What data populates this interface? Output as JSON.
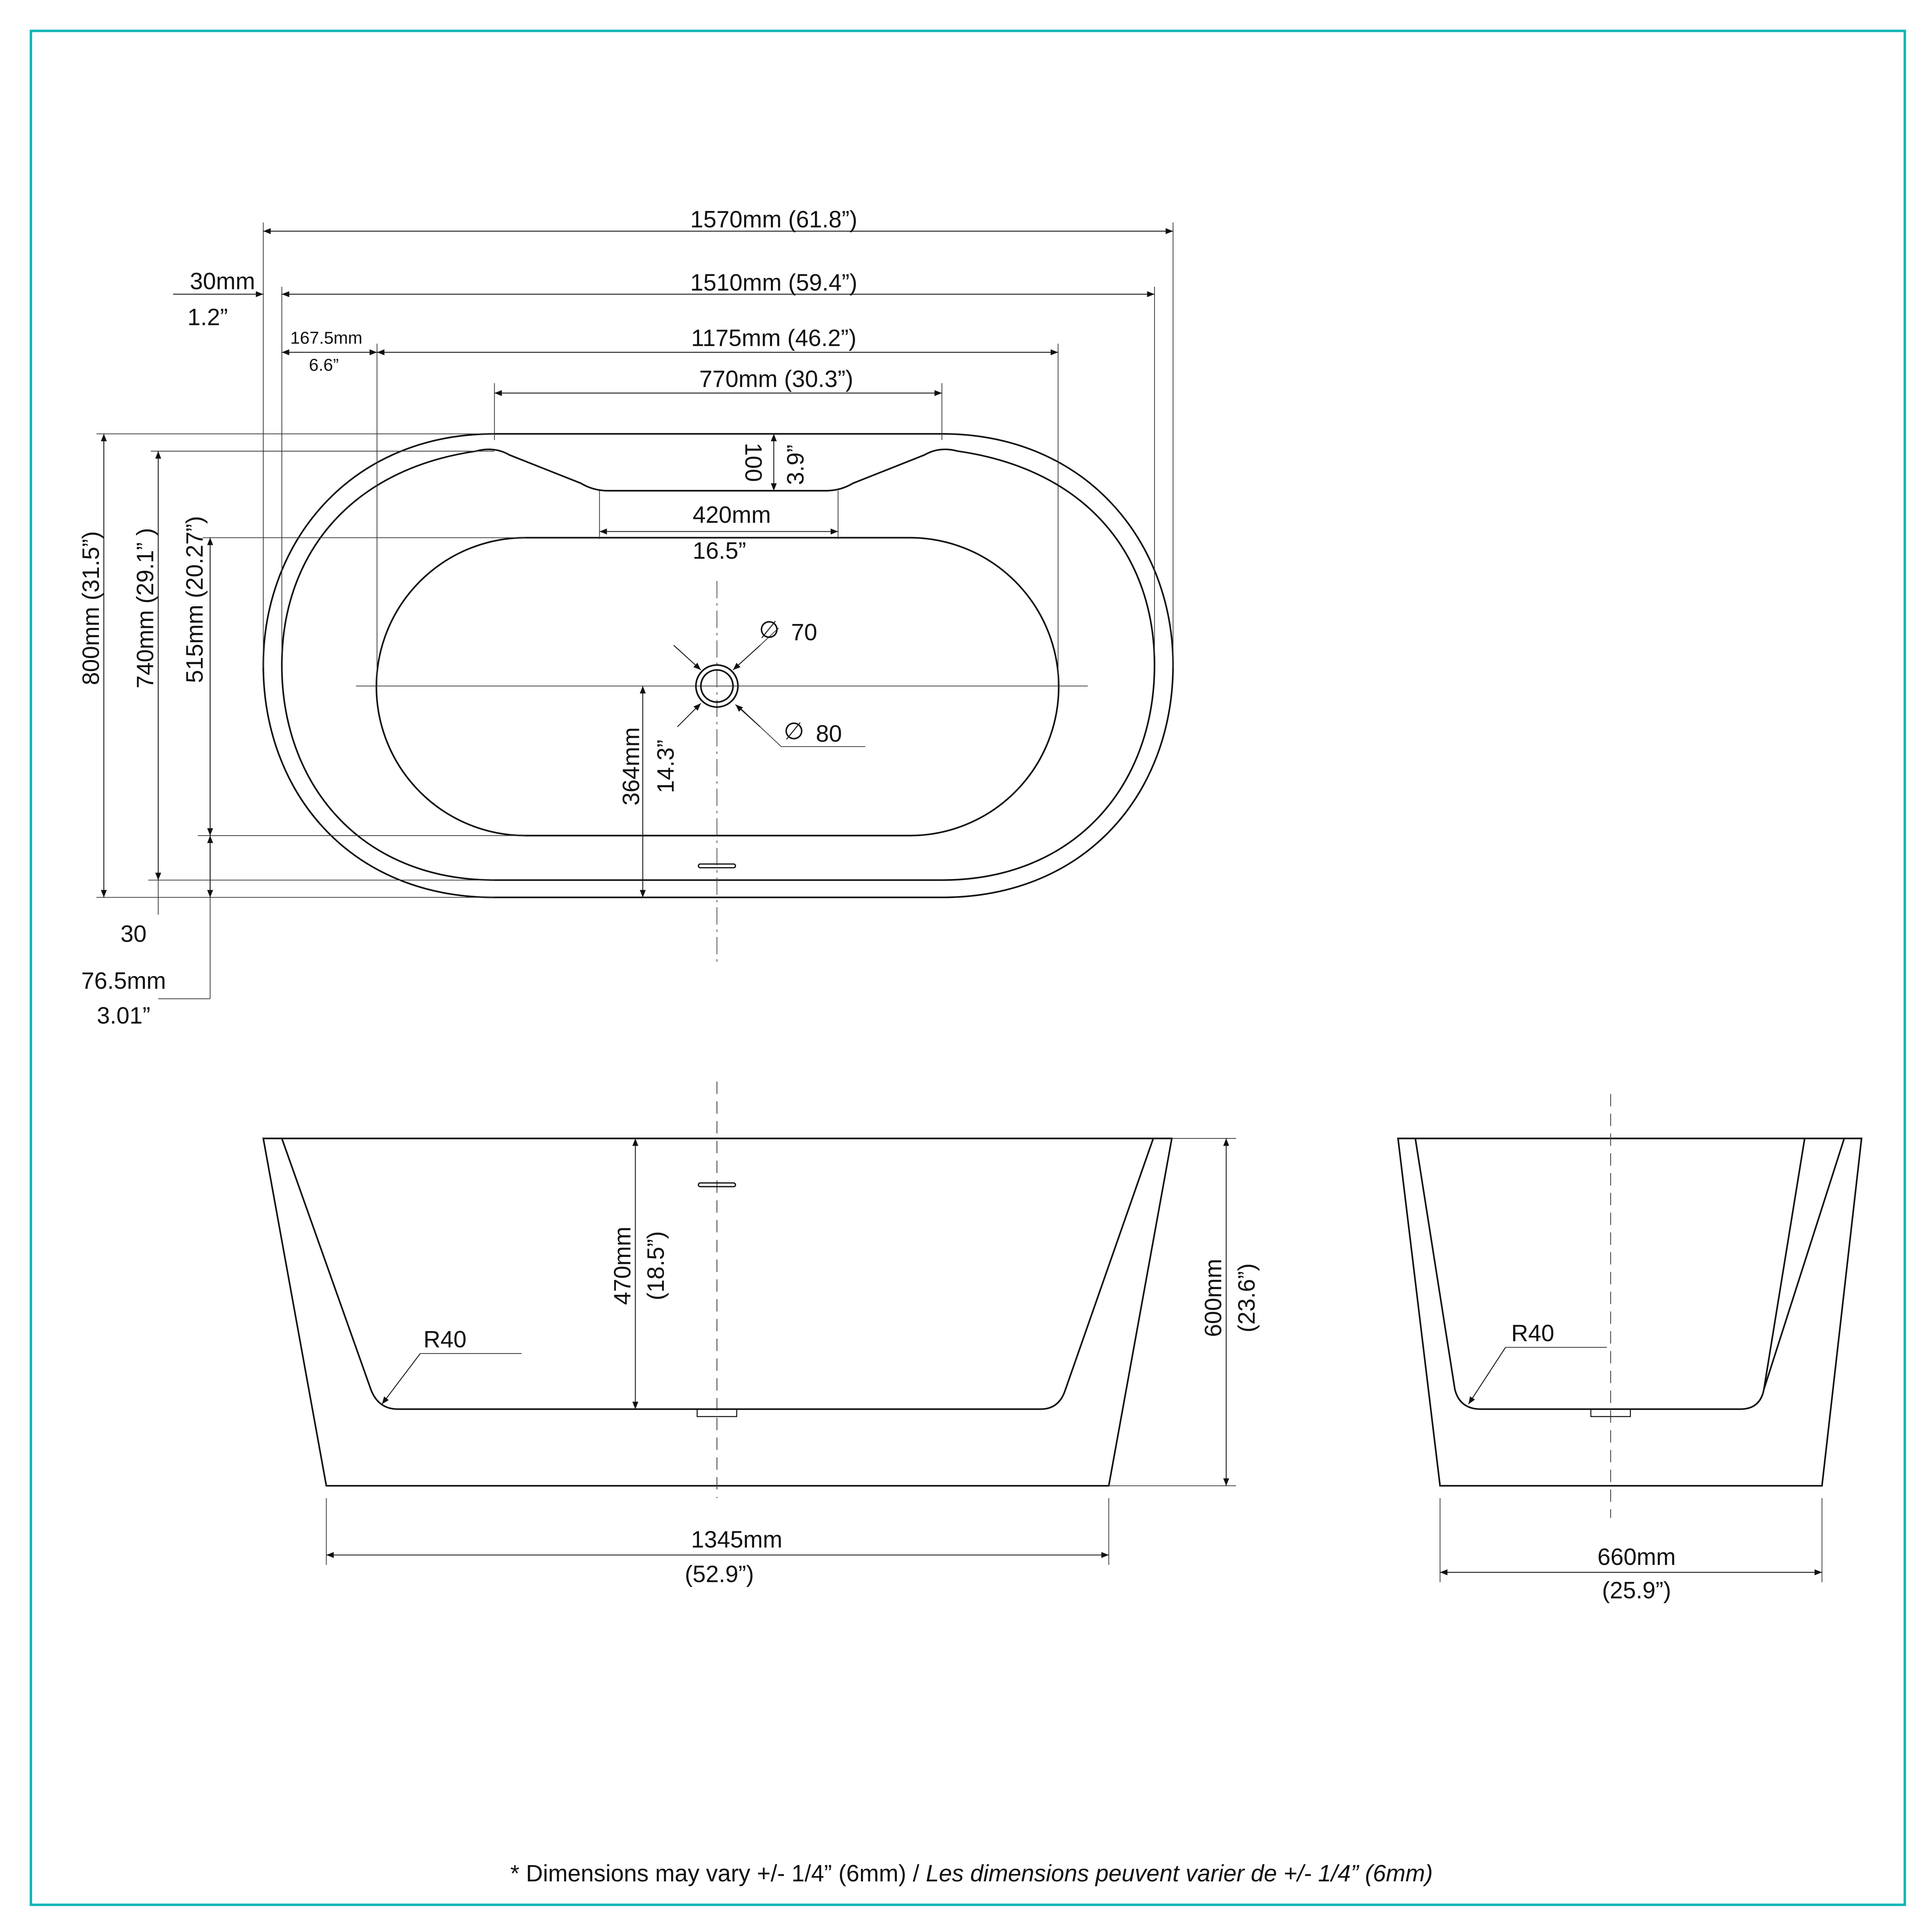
{
  "border_color": "#14b5b5",
  "top_view": {
    "overall_length": "1570mm (61.8”)",
    "inner_length": "1510mm (59.4”)",
    "rim_offset_mm": "30mm",
    "rim_offset_in": "1.2”",
    "basin_offset_mm": "167.5mm",
    "basin_offset_in": "6.6”",
    "basin_length": "1175mm (46.2”)",
    "top_flat_length": "770mm (30.3”)",
    "notch_depth_mm": "100",
    "notch_depth_in": "3.9”",
    "notch_width_mm": "420mm",
    "notch_width_in": "16.5”",
    "overall_width": "800mm (31.5”)",
    "inner_width": "740mm (29.1” )",
    "basin_width": "515mm (20.27”)",
    "bottom_rim": "30",
    "bottom_offset_mm": "76.5mm",
    "bottom_offset_in": "3.01”",
    "drain_offset_mm": "364mm",
    "drain_offset_in": "14.3”",
    "drain_inner_dia": "70",
    "drain_outer_dia": "80",
    "diameter_symbol": "∅"
  },
  "front_view": {
    "depth_mm": "470mm",
    "depth_in": "(18.5”)",
    "height_mm": "600mm",
    "height_in": "(23.6”)",
    "radius": "R40",
    "base_length_mm": "1345mm",
    "base_length_in": "(52.9”)"
  },
  "side_view": {
    "radius": "R40",
    "base_width_mm": "660mm",
    "base_width_in": "(25.9”)"
  },
  "footer": {
    "note_en": "* Dimensions may vary +/- 1/4” (6mm) / ",
    "note_fr": "Les dimensions peuvent varier de +/- 1/4” (6mm)"
  }
}
